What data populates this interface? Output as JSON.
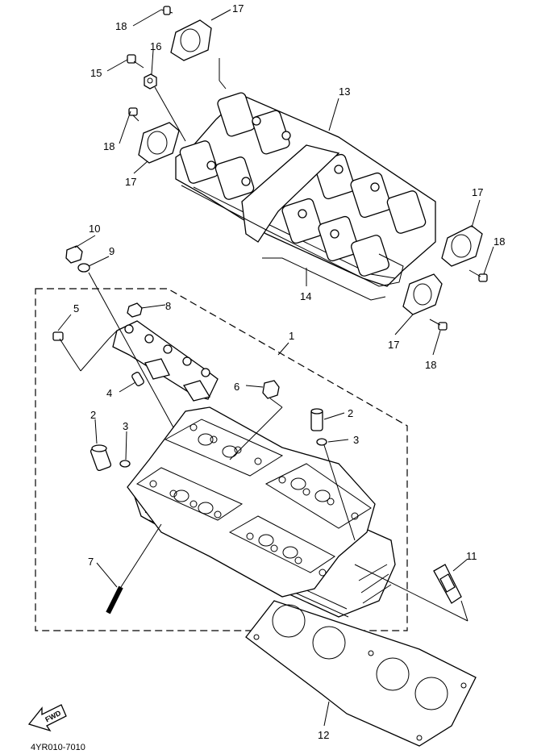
{
  "diagram": {
    "catalog_code": "4YR010-7010",
    "fwd_label": "FWD"
  },
  "callouts": [
    {
      "id": "c-17a",
      "number": "17"
    },
    {
      "id": "c-18a",
      "number": "18"
    },
    {
      "id": "c-16",
      "number": "16"
    },
    {
      "id": "c-15",
      "number": "15"
    },
    {
      "id": "c-13",
      "number": "13"
    },
    {
      "id": "c-18b",
      "number": "18"
    },
    {
      "id": "c-17b",
      "number": "17"
    },
    {
      "id": "c-17c",
      "number": "17"
    },
    {
      "id": "c-18c",
      "number": "18"
    },
    {
      "id": "c-10",
      "number": "10"
    },
    {
      "id": "c-9",
      "number": "9"
    },
    {
      "id": "c-14",
      "number": "14"
    },
    {
      "id": "c-5",
      "number": "5"
    },
    {
      "id": "c-8",
      "number": "8"
    },
    {
      "id": "c-1",
      "number": "1"
    },
    {
      "id": "c-17d",
      "number": "17"
    },
    {
      "id": "c-18d",
      "number": "18"
    },
    {
      "id": "c-6",
      "number": "6"
    },
    {
      "id": "c-4",
      "number": "4"
    },
    {
      "id": "c-2a",
      "number": "2"
    },
    {
      "id": "c-3a",
      "number": "3"
    },
    {
      "id": "c-2b",
      "number": "2"
    },
    {
      "id": "c-3b",
      "number": "3"
    },
    {
      "id": "c-7",
      "number": "7"
    },
    {
      "id": "c-11",
      "number": "11"
    },
    {
      "id": "c-12",
      "number": "12"
    }
  ]
}
